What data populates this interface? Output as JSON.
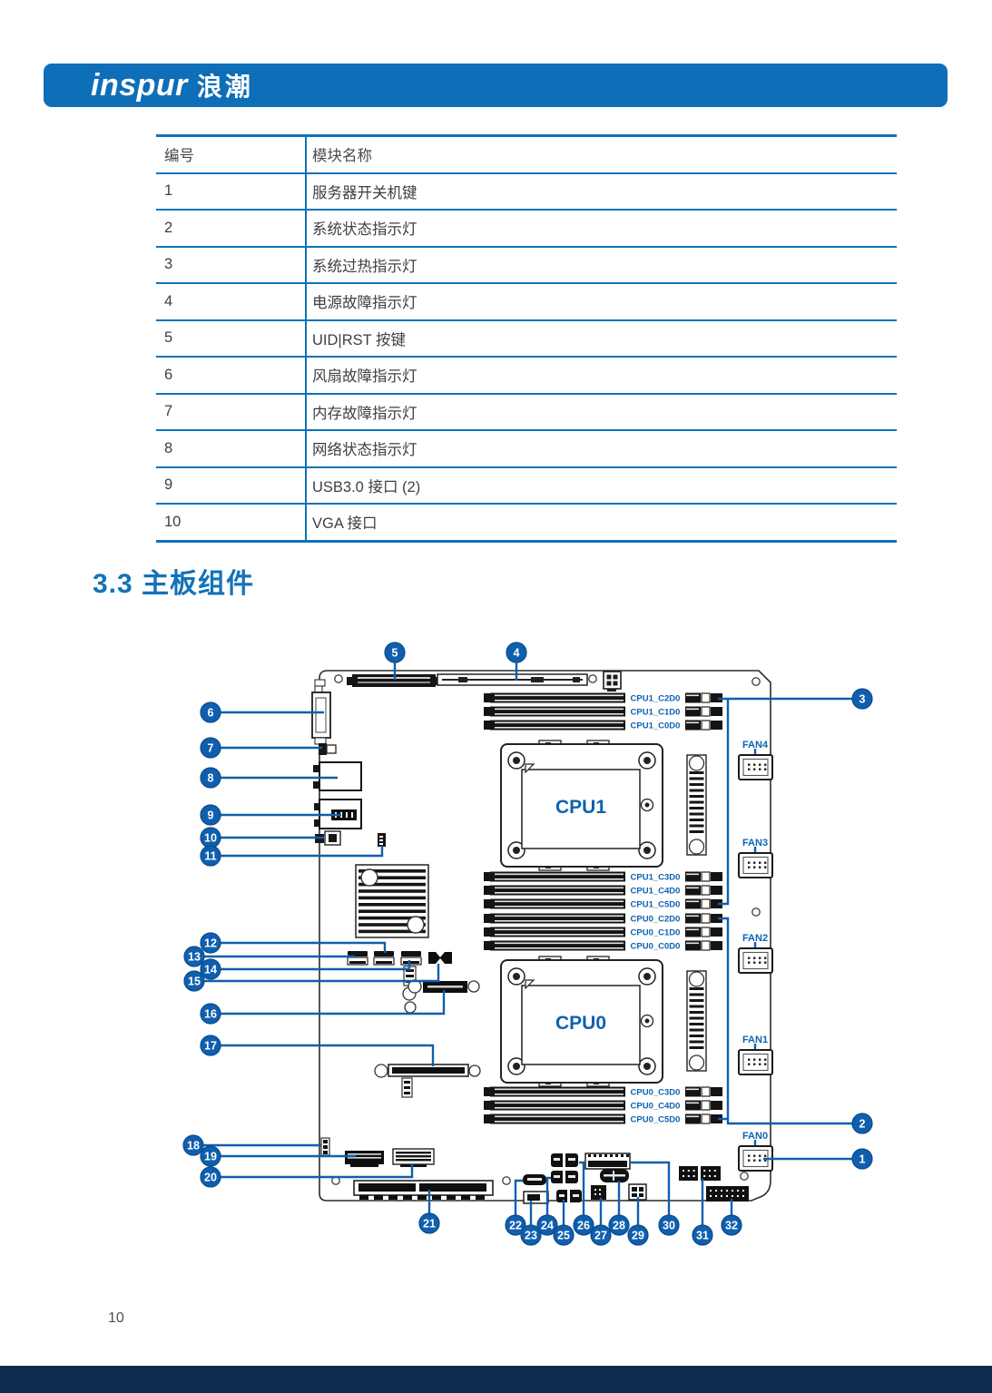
{
  "header": {
    "brand": "inspur",
    "brand_cn": "浪潮"
  },
  "table": {
    "headers": [
      "编号",
      "模块名称"
    ],
    "rows": [
      [
        "1",
        "服务器开关机键"
      ],
      [
        "2",
        "系统状态指示灯"
      ],
      [
        "3",
        "系统过热指示灯"
      ],
      [
        "4",
        "电源故障指示灯"
      ],
      [
        "5",
        "UID|RST 按键"
      ],
      [
        "6",
        "风扇故障指示灯"
      ],
      [
        "7",
        "内存故障指示灯"
      ],
      [
        "8",
        "网络状态指示灯"
      ],
      [
        "9",
        "USB3.0 接口 (2)"
      ],
      [
        "10",
        "VGA 接口"
      ]
    ]
  },
  "section_heading": "3.3 主板组件",
  "diagram": {
    "cpu_labels": [
      "CPU1",
      "CPU0"
    ],
    "fan_labels": [
      "FAN4",
      "FAN3",
      "FAN2",
      "FAN1",
      "FAN0"
    ],
    "dimm_labels": [
      "CPU1_C2D0",
      "CPU1_C1D0",
      "CPU1_C0D0",
      "CPU1_C3D0",
      "CPU1_C4D0",
      "CPU1_C5D0",
      "CPU0_C2D0",
      "CPU0_C1D0",
      "CPU0_C0D0",
      "CPU0_C3D0",
      "CPU0_C4D0",
      "CPU0_C5D0"
    ],
    "callouts": [
      "1",
      "2",
      "3",
      "4",
      "5",
      "6",
      "7",
      "8",
      "9",
      "10",
      "11",
      "12",
      "13",
      "14",
      "15",
      "16",
      "17",
      "18",
      "19",
      "20",
      "21",
      "22",
      "23",
      "24",
      "25",
      "26",
      "27",
      "28",
      "29",
      "30",
      "31",
      "32"
    ]
  },
  "footer": {
    "page_number": "10"
  },
  "colors": {
    "header_bar": "#0e6eb8",
    "table_line": "#0e74ba",
    "heading_blue": "#1273b9",
    "callout_blue": "#0f5fae",
    "label_blue": "#0f62b0",
    "footer_bar": "#0e2a4d",
    "body_text": "#3f3f3f"
  }
}
